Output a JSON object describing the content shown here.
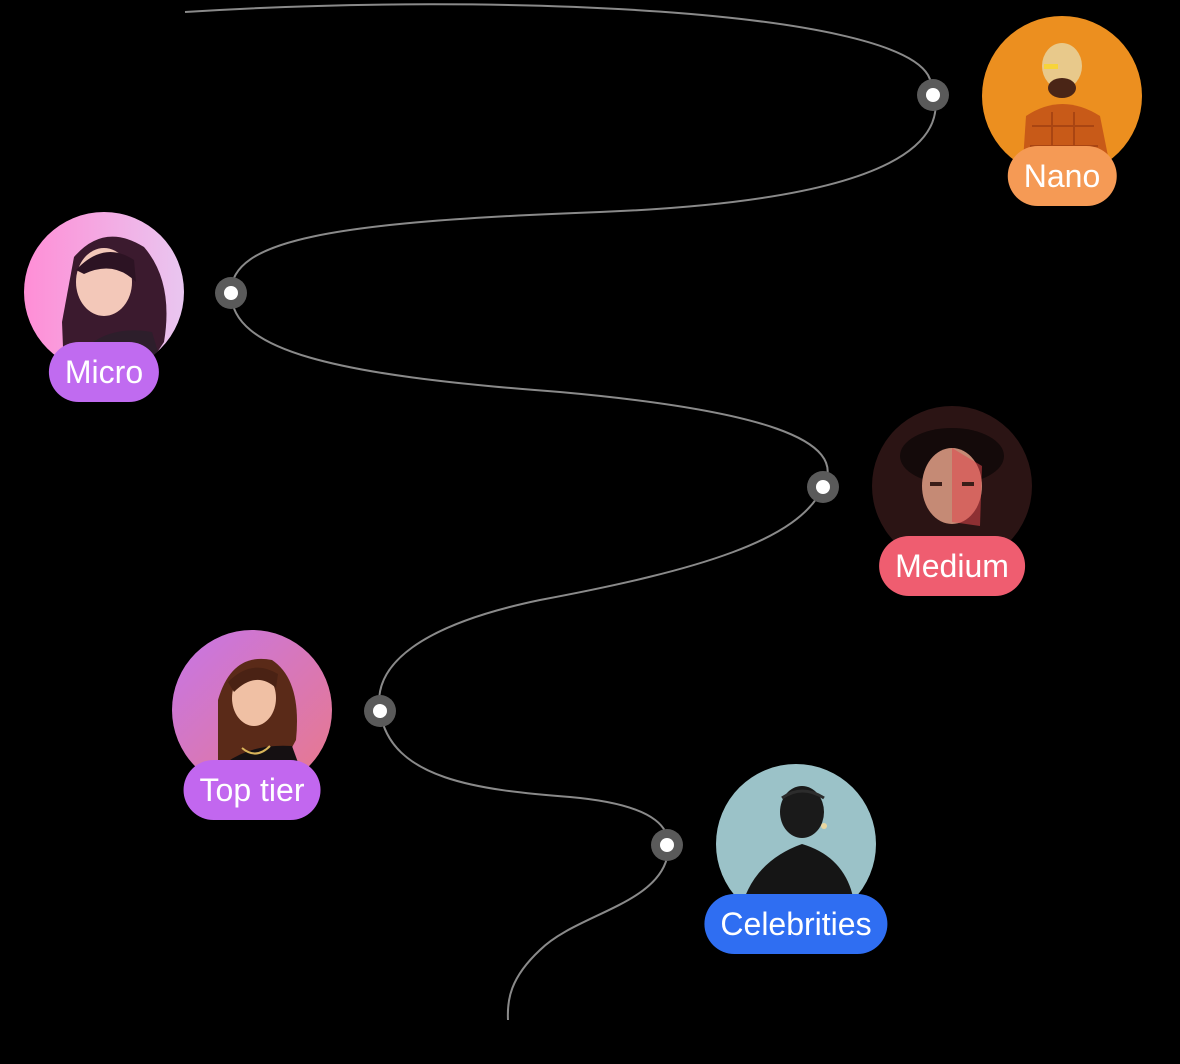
{
  "tiers": [
    {
      "label": "Nano",
      "color": "#f59a55"
    },
    {
      "label": "Micro",
      "color": "#c06bf0"
    },
    {
      "label": "Medium",
      "color": "#ef5d70"
    },
    {
      "label": "Top tier",
      "color": "#c267ef"
    },
    {
      "label": "Celebrities",
      "color": "#2f6ef2"
    }
  ],
  "path_color": "#8a8a8a"
}
